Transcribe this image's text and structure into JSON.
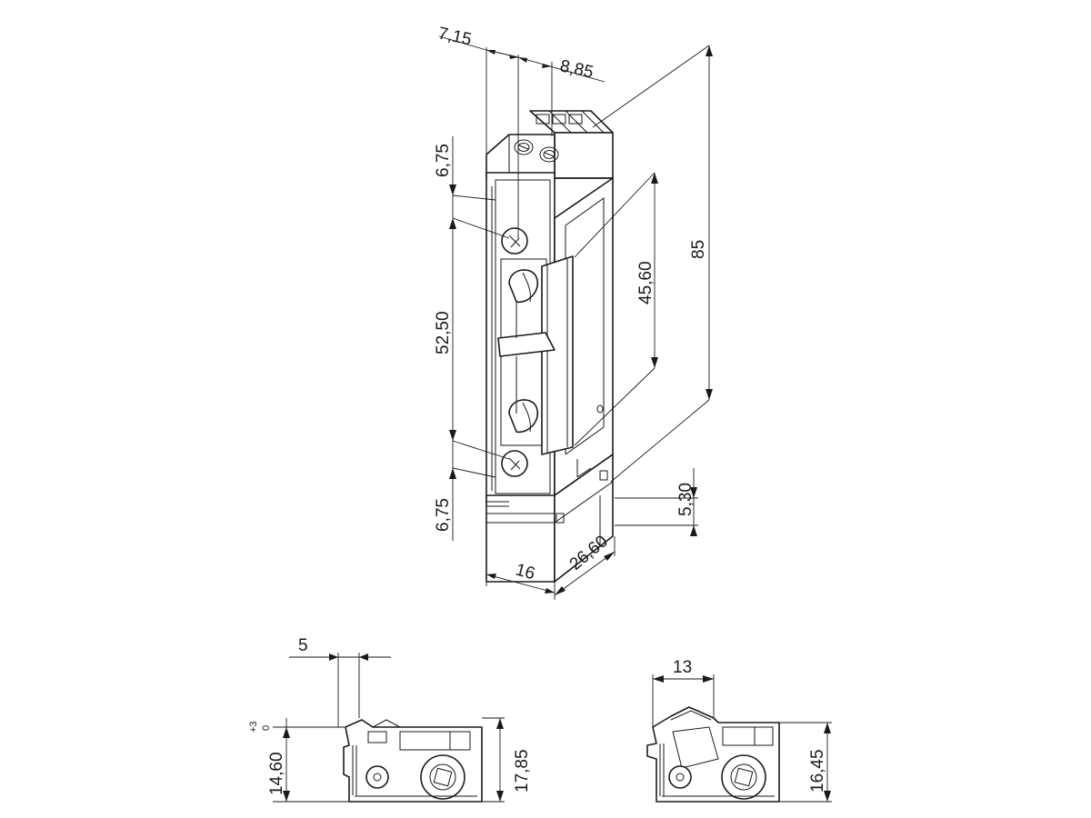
{
  "dimensions": {
    "top_width_left": "7,15",
    "top_width_right": "8,85",
    "top_offset": "6,75",
    "screw_spacing": "52,50",
    "bottom_offset": "6,75",
    "latch_length": "45,60",
    "overall_length": "85",
    "foot_height": "5,30",
    "depth": "26,60",
    "width": "16"
  },
  "section_left": {
    "latch_offset": "5",
    "height_main": "14,60",
    "tolerance_plus": "+3",
    "tolerance_zero": "0",
    "height_total": "17,85"
  },
  "section_right": {
    "latch_width": "13",
    "height_total": "16,45"
  }
}
